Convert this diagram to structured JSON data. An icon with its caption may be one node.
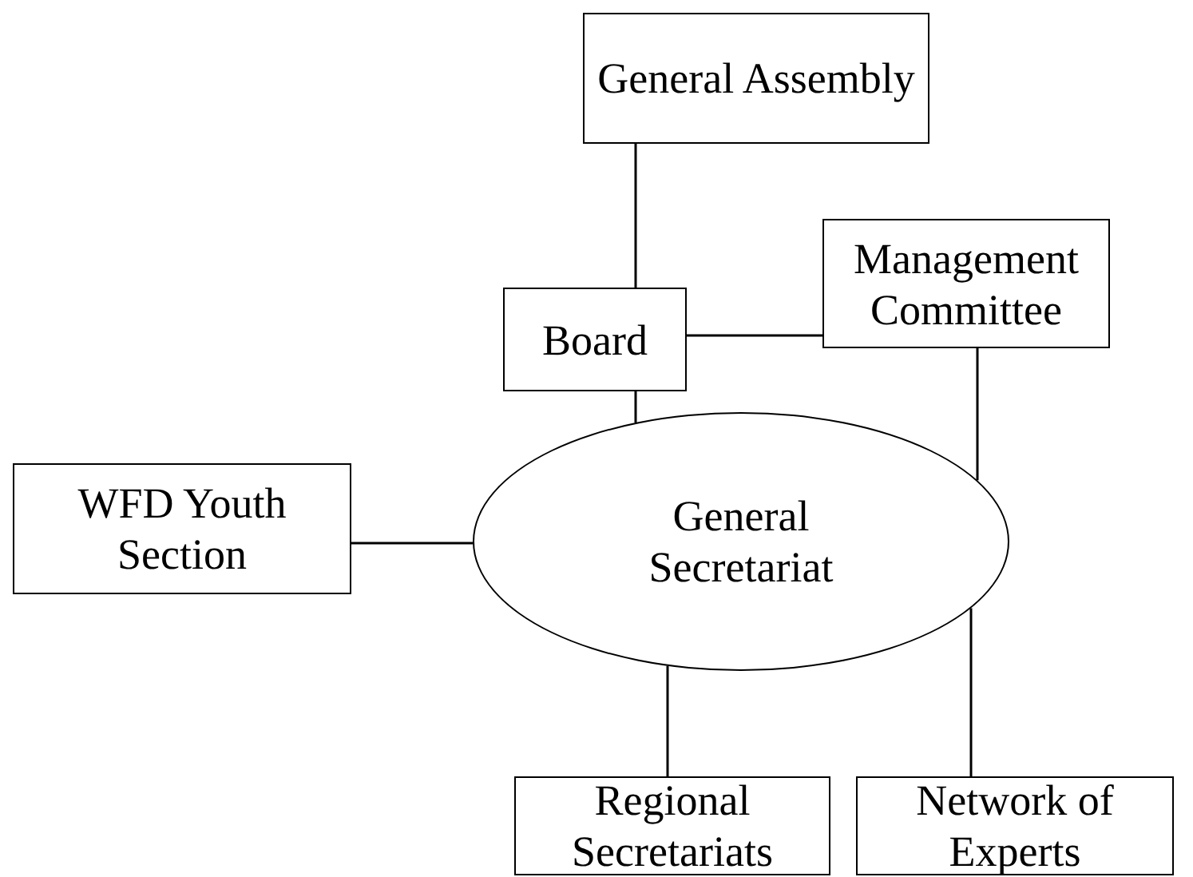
{
  "diagram": {
    "nodes": [
      {
        "text": [
          "General Assembly"
        ]
      },
      {
        "text": [
          "Board"
        ]
      },
      {
        "text": [
          "Management Committee"
        ]
      },
      {
        "text": [
          "WFD Youth Section"
        ]
      },
      {
        "text": [
          "General Secretariat"
        ]
      },
      {
        "text": [
          "Regional Secretariats"
        ]
      },
      {
        "text": [
          "Network of Experts"
        ]
      }
    ],
    "edges": [
      {
        "from": 0,
        "to": 1,
        "arrow": "none"
      },
      {
        "from": 1,
        "to": 2,
        "arrow": "none"
      },
      {
        "from": 1,
        "to": 4,
        "arrow": "none"
      },
      {
        "from": 2,
        "to": 4,
        "arrow": "none"
      },
      {
        "from": 3,
        "to": 4,
        "arrow": "none"
      },
      {
        "from": 4,
        "to": 5,
        "arrow": "none"
      },
      {
        "from": 4,
        "to": 6,
        "arrow": "none"
      }
    ]
  }
}
